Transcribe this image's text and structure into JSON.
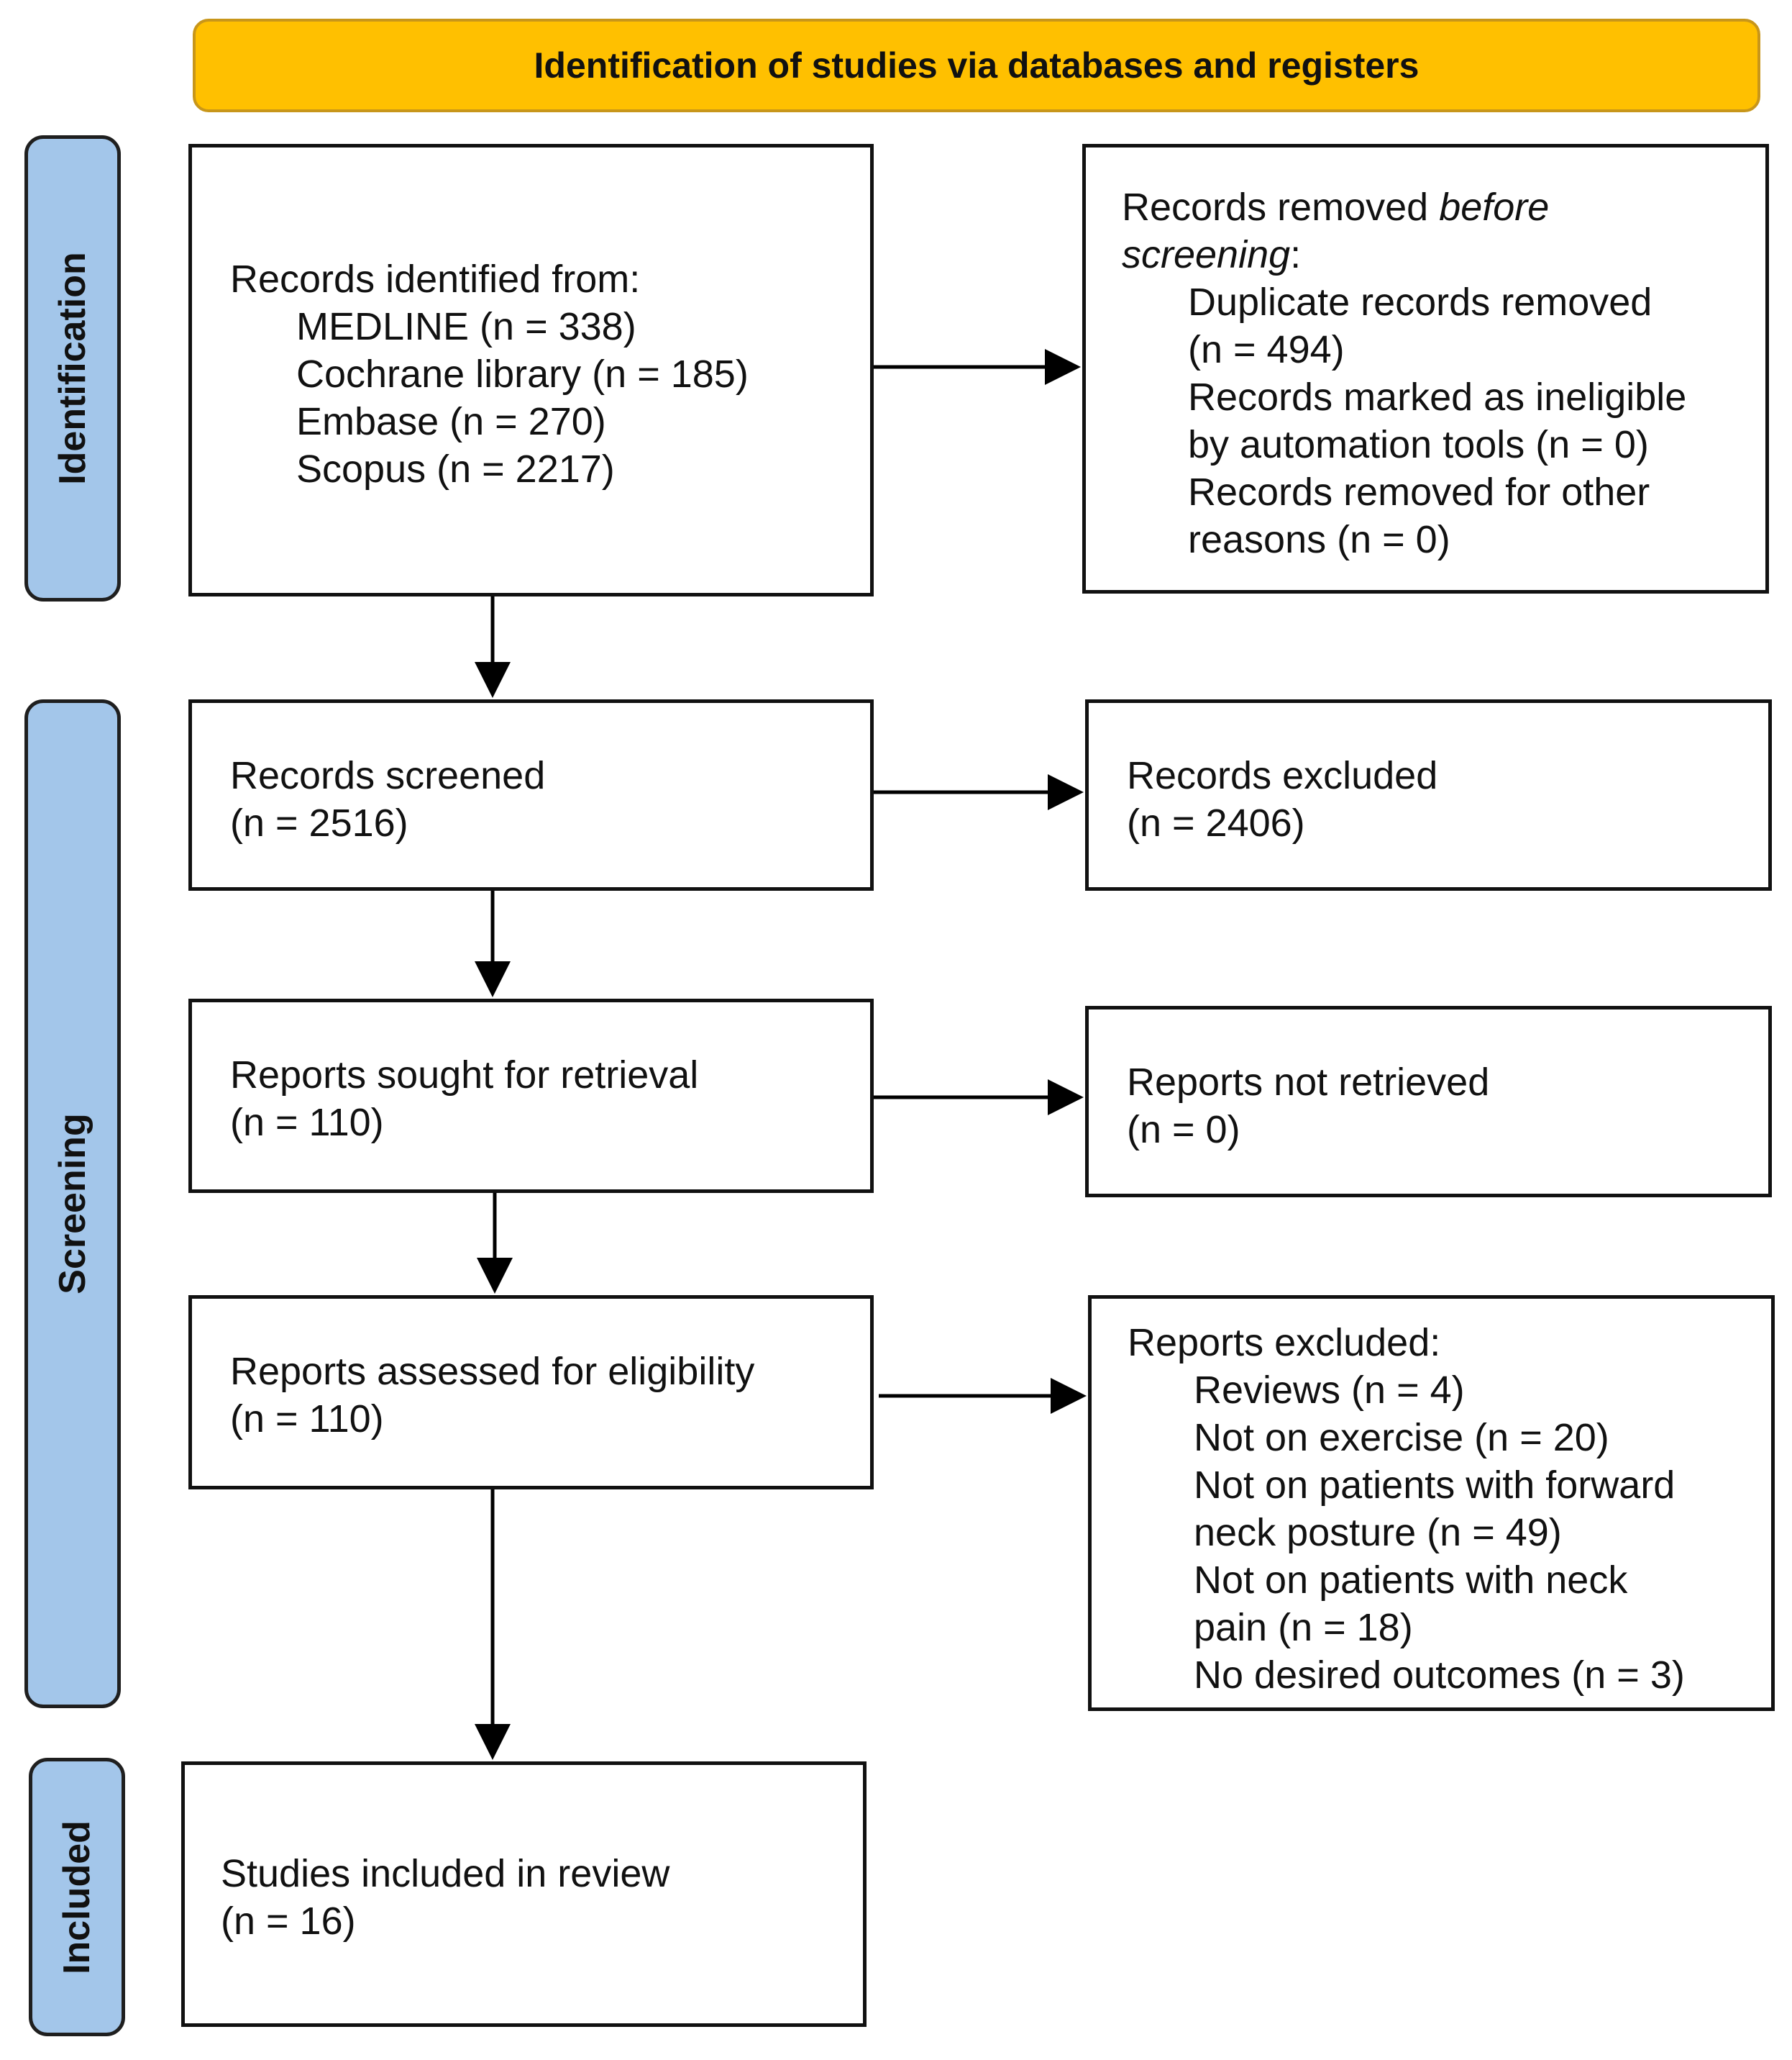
{
  "header": {
    "title": "Identification of studies via databases and registers"
  },
  "phases": {
    "identification": "Identification",
    "screening": "Screening",
    "included": "Included"
  },
  "identified": {
    "heading": "Records identified from:",
    "items": [
      "MEDLINE (n = 338)",
      "Cochrane library (n = 185)",
      "Embase (n = 270)",
      "Scopus (n = 2217)"
    ]
  },
  "removed": {
    "heading_prefix": "Records removed ",
    "heading_italic_1": "before",
    "heading_italic_2": "screening",
    "heading_suffix": ":",
    "items": [
      "Duplicate records removed",
      "(n = 494)",
      "Records marked as ineligible",
      "by automation tools (n = 0)",
      "Records removed for other",
      "reasons (n = 0)"
    ]
  },
  "screened": {
    "label": "Records screened",
    "count": "(n = 2516)"
  },
  "excluded": {
    "label": "Records excluded",
    "count": "(n = 2406)"
  },
  "sought": {
    "label": "Reports sought for retrieval",
    "count": "(n = 110)"
  },
  "not_retrieved": {
    "label": "Reports not retrieved",
    "count": "(n = 0)"
  },
  "assessed": {
    "label": "Reports assessed for eligibility",
    "count": "(n = 110)"
  },
  "reports_excluded": {
    "heading": "Reports excluded:",
    "items": [
      "Reviews (n = 4)",
      "Not on exercise (n = 20)",
      "Not on patients with forward",
      "neck posture (n = 49)",
      "Not on patients with neck",
      "pain (n = 18)",
      "No desired outcomes (n = 3)"
    ]
  },
  "included": {
    "label": "Studies included in review",
    "count": "(n = 16)"
  }
}
